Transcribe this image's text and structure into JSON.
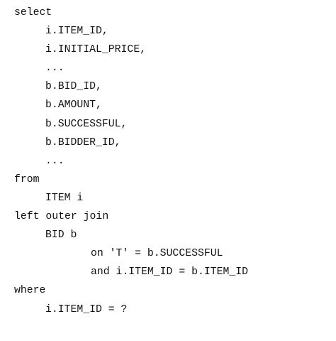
{
  "code": {
    "lines": [
      "select",
      "i.ITEM_ID,",
      "i.INITIAL_PRICE,",
      "...",
      "b.BID_ID,",
      "b.AMOUNT,",
      "b.SUCCESSFUL,",
      "b.BIDDER_ID,",
      "...",
      "from",
      "ITEM i",
      "left outer join",
      "BID b",
      "on 'T' = b.SUCCESSFUL",
      "and i.ITEM_ID = b.ITEM_ID",
      "where",
      "i.ITEM_ID = ?"
    ]
  }
}
